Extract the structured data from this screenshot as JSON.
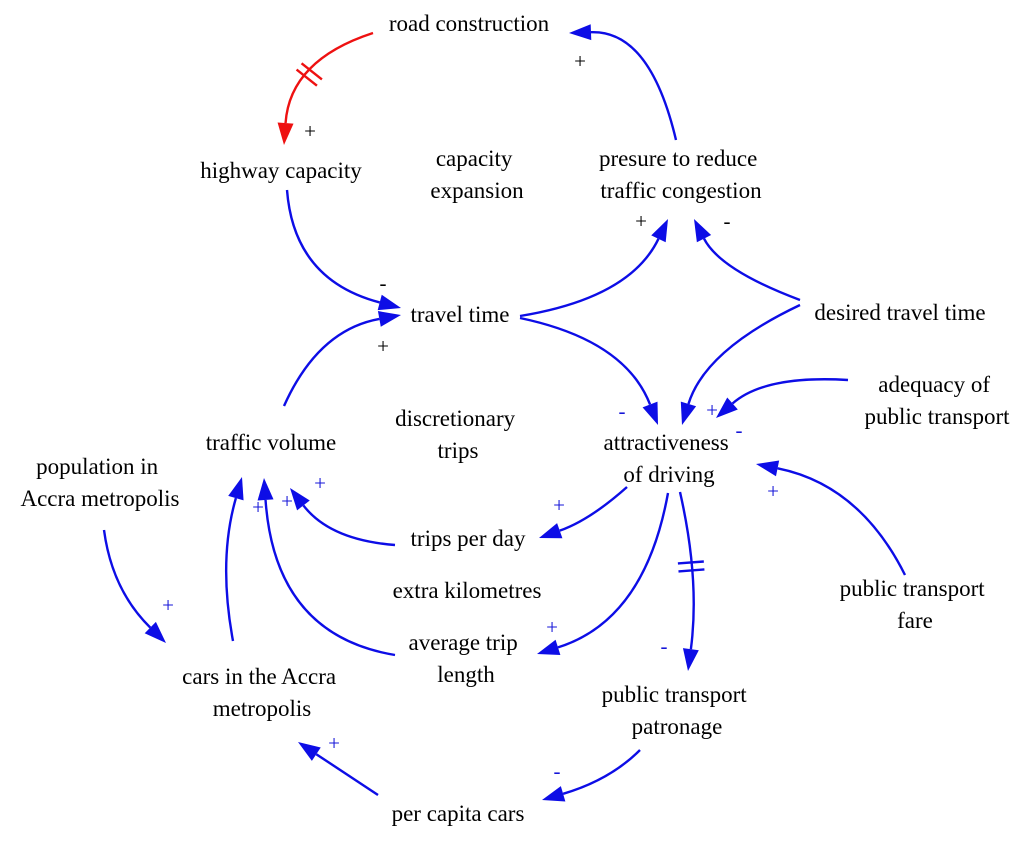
{
  "colors": {
    "link": "#0d0de6",
    "delay_link": "#ee1111",
    "text": "#000000",
    "polarity_blue": "#1414d8"
  },
  "nodes": {
    "road_construction": [
      "road construction"
    ],
    "highway_capacity": [
      "highway capacity"
    ],
    "pressure": [
      "presure to reduce",
      "traffic congestion"
    ],
    "travel_time": [
      "travel time"
    ],
    "desired_travel_time": [
      "desired travel time"
    ],
    "traffic_volume": [
      "traffic volume"
    ],
    "attractiveness": [
      "attractiveness",
      "of driving"
    ],
    "adequacy_public_transport": [
      "adequacy of",
      "public transport"
    ],
    "population": [
      "population in",
      "Accra metropolis"
    ],
    "trips_per_day": [
      "trips per day"
    ],
    "average_trip_length": [
      "average trip",
      "length"
    ],
    "public_transport_fare": [
      "public transport",
      "fare"
    ],
    "cars": [
      "cars in the Accra",
      "metropolis"
    ],
    "public_transport_patronage": [
      "public transport",
      "patronage"
    ],
    "per_capita_cars": [
      "per capita cars"
    ]
  },
  "loops": {
    "capacity_expansion": [
      "capacity",
      "expansion"
    ],
    "discretionary_trips": [
      "discretionary",
      "trips"
    ],
    "extra_kilometres": [
      "extra kilometres"
    ]
  },
  "links": [
    {
      "from": "pressure",
      "to": "road_construction",
      "polarity": "+",
      "delay": false,
      "color": "blue"
    },
    {
      "from": "road_construction",
      "to": "highway_capacity",
      "polarity": "+",
      "delay": true,
      "color": "red"
    },
    {
      "from": "highway_capacity",
      "to": "travel_time",
      "polarity": "-",
      "delay": false,
      "color": "blue"
    },
    {
      "from": "travel_time",
      "to": "pressure",
      "polarity": "+",
      "delay": false,
      "color": "blue"
    },
    {
      "from": "desired_travel_time",
      "to": "pressure",
      "polarity": "-",
      "delay": false,
      "color": "blue"
    },
    {
      "from": "travel_time",
      "to": "attractiveness",
      "polarity": "-",
      "delay": false,
      "color": "blue"
    },
    {
      "from": "desired_travel_time",
      "to": "attractiveness",
      "polarity": "+",
      "delay": false,
      "color": "blue"
    },
    {
      "from": "adequacy_public_transport",
      "to": "attractiveness",
      "polarity": "-",
      "delay": false,
      "color": "blue"
    },
    {
      "from": "public_transport_fare",
      "to": "attractiveness",
      "polarity": "+",
      "delay": false,
      "color": "blue"
    },
    {
      "from": "traffic_volume",
      "to": "travel_time",
      "polarity": "+",
      "delay": false,
      "color": "blue"
    },
    {
      "from": "attractiveness",
      "to": "trips_per_day",
      "polarity": "+",
      "delay": false,
      "color": "blue"
    },
    {
      "from": "trips_per_day",
      "to": "traffic_volume",
      "polarity": "+",
      "delay": false,
      "color": "blue"
    },
    {
      "from": "attractiveness",
      "to": "average_trip_length",
      "polarity": "+",
      "delay": false,
      "color": "blue"
    },
    {
      "from": "average_trip_length",
      "to": "traffic_volume",
      "polarity": "+",
      "delay": false,
      "color": "blue"
    },
    {
      "from": "cars",
      "to": "traffic_volume",
      "polarity": "+",
      "delay": false,
      "color": "blue"
    },
    {
      "from": "population",
      "to": "cars",
      "polarity": "+",
      "delay": false,
      "color": "blue"
    },
    {
      "from": "attractiveness",
      "to": "public_transport_patronage",
      "polarity": "-",
      "delay": true,
      "color": "blue"
    },
    {
      "from": "public_transport_patronage",
      "to": "per_capita_cars",
      "polarity": "-",
      "delay": false,
      "color": "blue"
    },
    {
      "from": "per_capita_cars",
      "to": "cars",
      "polarity": "+",
      "delay": false,
      "color": "blue"
    }
  ]
}
